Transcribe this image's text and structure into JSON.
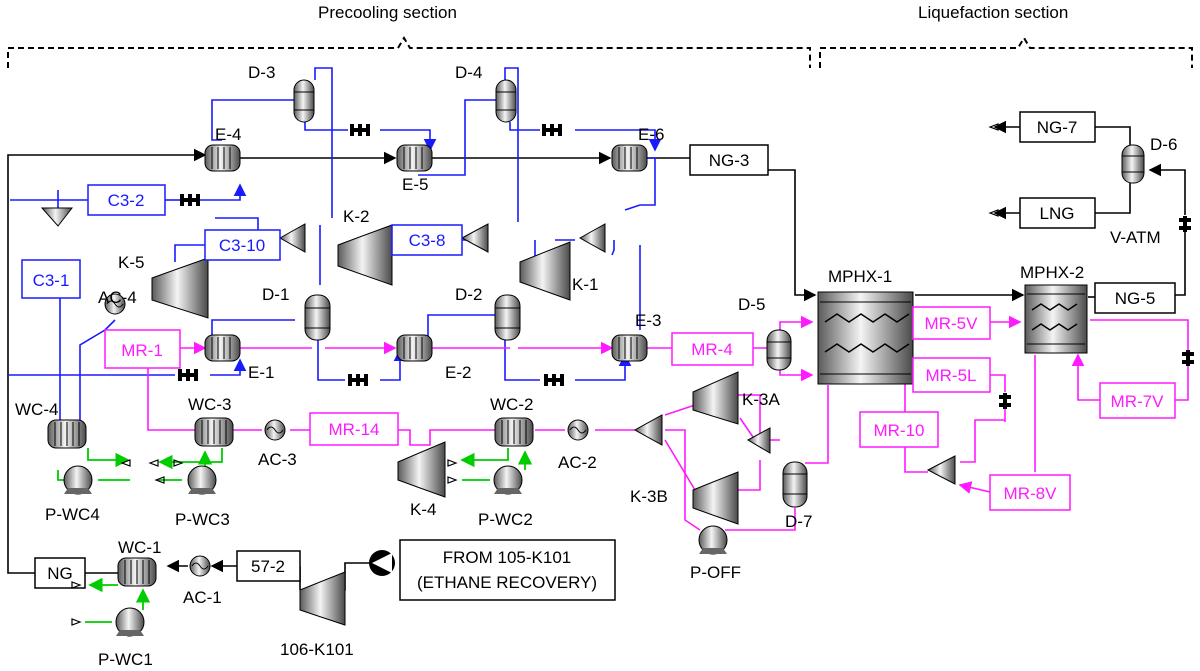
{
  "sections": {
    "precooling": "Precooling section",
    "liquefaction": "Liquefaction section"
  },
  "equipment": {
    "d3": "D-3",
    "d4": "D-4",
    "e4": "E-4",
    "e5": "E-5",
    "e6": "E-6",
    "k2": "K-2",
    "k5": "K-5",
    "k1": "K-1",
    "ac4": "AC-4",
    "d1": "D-1",
    "d2": "D-2",
    "e1": "E-1",
    "e2": "E-2",
    "e3": "E-3",
    "d5": "D-5",
    "wc4": "WC-4",
    "wc3": "WC-3",
    "wc2": "WC-2",
    "ac3": "AC-3",
    "ac2": "AC-2",
    "k4": "K-4",
    "k3a": "K-3A",
    "k3b": "K-3B",
    "d7": "D-7",
    "poff": "P-OFF",
    "pwc4": "P-WC4",
    "pwc3": "P-WC3",
    "pwc2": "P-WC2",
    "wc1": "WC-1",
    "ac1": "AC-1",
    "pwc1": "P-WC1",
    "k101": "106-K101",
    "mphx1": "MPHX-1",
    "mphx2": "MPHX-2",
    "d6": "D-6",
    "vatm": "V-ATM"
  },
  "streams": {
    "c32": "C3-2",
    "c310": "C3-10",
    "c38": "C3-8",
    "c31": "C3-1",
    "mr1": "MR-1",
    "mr4": "MR-4",
    "mr14": "MR-14",
    "ng3": "NG-3",
    "ng5": "NG-5",
    "ng7": "NG-7",
    "lng": "LNG",
    "mr5v": "MR-5V",
    "mr5l": "MR-5L",
    "mr10": "MR-10",
    "mr7v": "MR-7V",
    "mr8v": "MR-8V",
    "ng": "NG",
    "s572": "57-2",
    "from_line1": "FROM 105-K101",
    "from_line2": "(ETHANE RECOVERY)"
  },
  "colors": {
    "propane": "#1a1aff",
    "mixed_refrigerant": "#ff1aff",
    "cooling_water": "#00cc00",
    "natural_gas": "#000000"
  }
}
